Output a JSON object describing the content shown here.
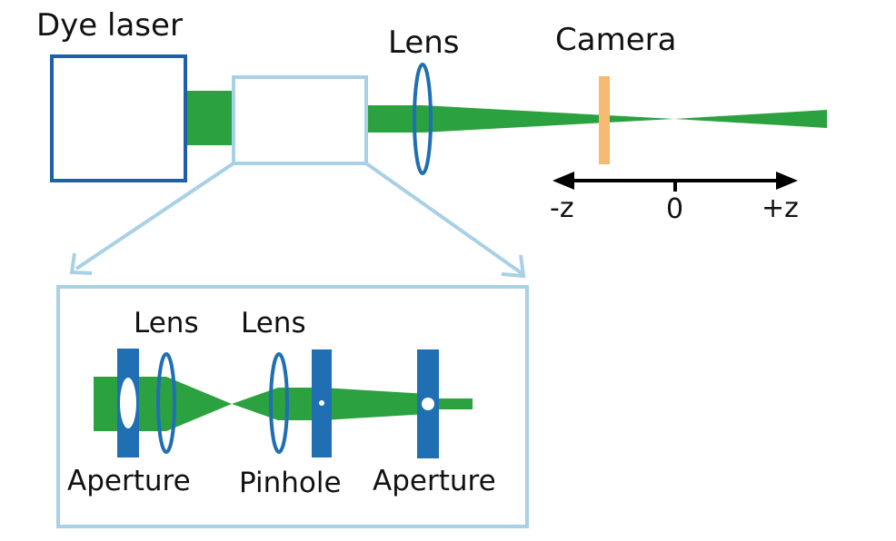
{
  "labels": {
    "dye_laser": "Dye laser",
    "lens_main": "Lens",
    "camera": "Camera",
    "axis_minus": "-z",
    "axis_zero": "0",
    "axis_plus": "+z",
    "inset_lens_1": "Lens",
    "inset_lens_2": "Lens",
    "inset_aperture_1": "Aperture",
    "inset_pinhole": "Pinhole",
    "inset_aperture_2": "Aperture"
  },
  "colors": {
    "beam": "#2ca13f",
    "optics_blue": "#1f6fb2",
    "box_outline": "#1f5fa8",
    "light_blue": "#a8d0e6",
    "camera": "#f5b971",
    "axis": "#000000"
  }
}
